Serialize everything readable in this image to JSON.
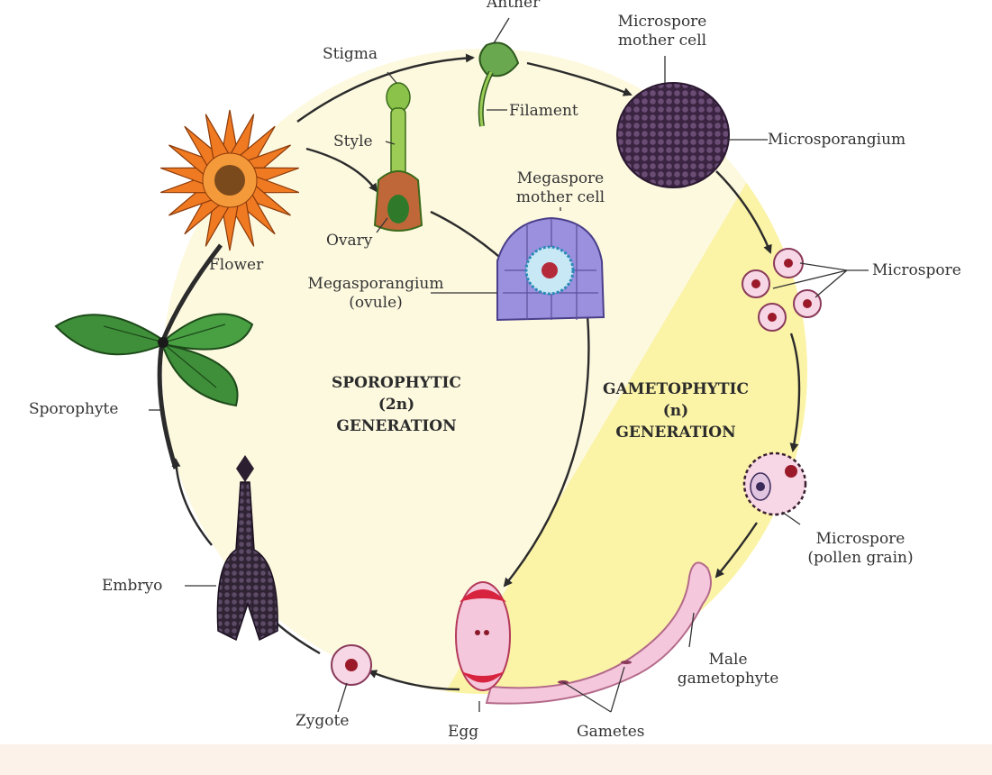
{
  "colors": {
    "sporophytic_bg": "#fdf9df",
    "gametophytic_bg": "#fbf3a6",
    "arrow": "#2b2b2b",
    "petal": "#f07a22",
    "leaf": "#3f8f3a",
    "spore_purple": "#4a3052",
    "megaspore": "#8f86d6",
    "pollen_pink": "#f7d7e6",
    "egg_red": "#d8233f"
  },
  "labels": {
    "anther": "Anther",
    "microspore_mother_cell": "Microspore\nmother cell",
    "stigma": "Stigma",
    "filament": "Filament",
    "microsporangium": "Microsporangium",
    "style": "Style",
    "megaspore_mother_cell": "Megaspore\nmother cell",
    "ovary": "Ovary",
    "flower": "Flower",
    "megasporangium": "Megasporangium\n(ovule)",
    "microspore": "Microspore",
    "sporophyte": "Sporophyte",
    "microspore_pollen": "Microspore\n(pollen grain)",
    "embryo": "Embryo",
    "male_gametophyte": "Male\ngametophyte",
    "zygote": "Zygote",
    "egg": "Egg",
    "gametes": "Gametes"
  },
  "generations": {
    "sporophytic": "SPOROPHYTIC\n(2n)\nGENERATION",
    "gametophytic": "GAMETOPHYTIC\n(n)\nGENERATION"
  },
  "icons": [
    "flower-icon",
    "pistil-icon",
    "anther-icon",
    "microsporangium-icon",
    "megasporangium-icon",
    "microspore-icon",
    "pollen-grain-icon",
    "pollen-tube-icon",
    "egg-icon",
    "zygote-icon",
    "embryo-icon",
    "sporophyte-icon"
  ]
}
